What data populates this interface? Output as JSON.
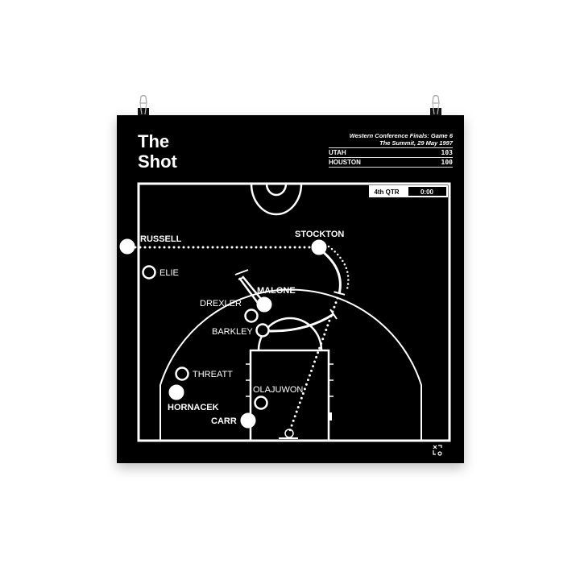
{
  "title_line1": "The",
  "title_line2": "Shot",
  "game": "Western Conference Finals: Game 6",
  "venue_date": "The Summit, 29 May 1997",
  "scores": [
    {
      "team": "UTAH",
      "score": "103"
    },
    {
      "team": "HOUSTON",
      "score": "100"
    }
  ],
  "quarter": "4th QTR",
  "clock": "0:00",
  "players": {
    "russell": "RUSSELL",
    "stockton": "STOCKTON",
    "elie": "ELIE",
    "malone": "MALONE",
    "drexler": "DREXLER",
    "barkley": "BARKLEY",
    "threatt": "THREATT",
    "hornacek": "HORNACEK",
    "olajuwon": "OLAJUWON",
    "carr": "CARR"
  }
}
